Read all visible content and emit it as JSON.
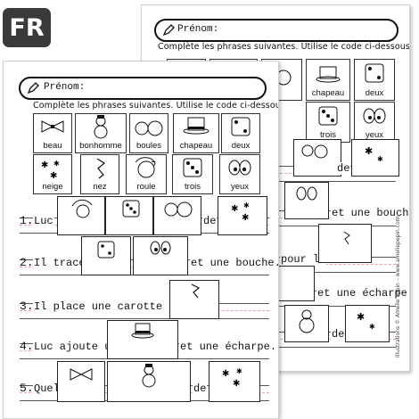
{
  "badge": "FR",
  "sheet": {
    "name_label": "Prénom:",
    "instruction": "Complète les phrases suivantes. Utilise le code ci-dessous.",
    "vocab": [
      "beau",
      "bonhomme",
      "boules",
      "chapeau",
      "deux",
      "neige",
      "nez",
      "roule",
      "trois",
      "yeux"
    ],
    "icons": [
      "bowtie-icon",
      "snowman-icon",
      "snowballs-icon",
      "top-hat-icon",
      "die-two-icon",
      "snowflakes-icon",
      "carrot-nose-icon",
      "rolling-ball-icon",
      "die-three-icon",
      "eyes-icon"
    ],
    "sentences": [
      {
        "num": "1.",
        "start": "Luc",
        "mid": "de"
      },
      {
        "num": "2.",
        "start": "Il trace",
        "end": "et une bouche."
      },
      {
        "num": "3.",
        "start": "Il place une carotte pour le"
      },
      {
        "num": "4.",
        "start": "Luc ajoute un",
        "end": "et une écharpe."
      },
      {
        "num": "5.",
        "start": "Quel",
        "mid": "de"
      }
    ]
  },
  "back_sheet": {
    "partial_instruction": "Complète les phrases suivantes. Utilise le code ci-dessous.",
    "visible_words": [
      "chapeau",
      "deux",
      "trois",
      "yeux"
    ],
    "fragments": [
      "de",
      "et une bouche.",
      "pour le",
      "et une écharpe.",
      "de"
    ],
    "credit": "Illustrations © Amélie Pepin – www.ameliepepin.com"
  }
}
